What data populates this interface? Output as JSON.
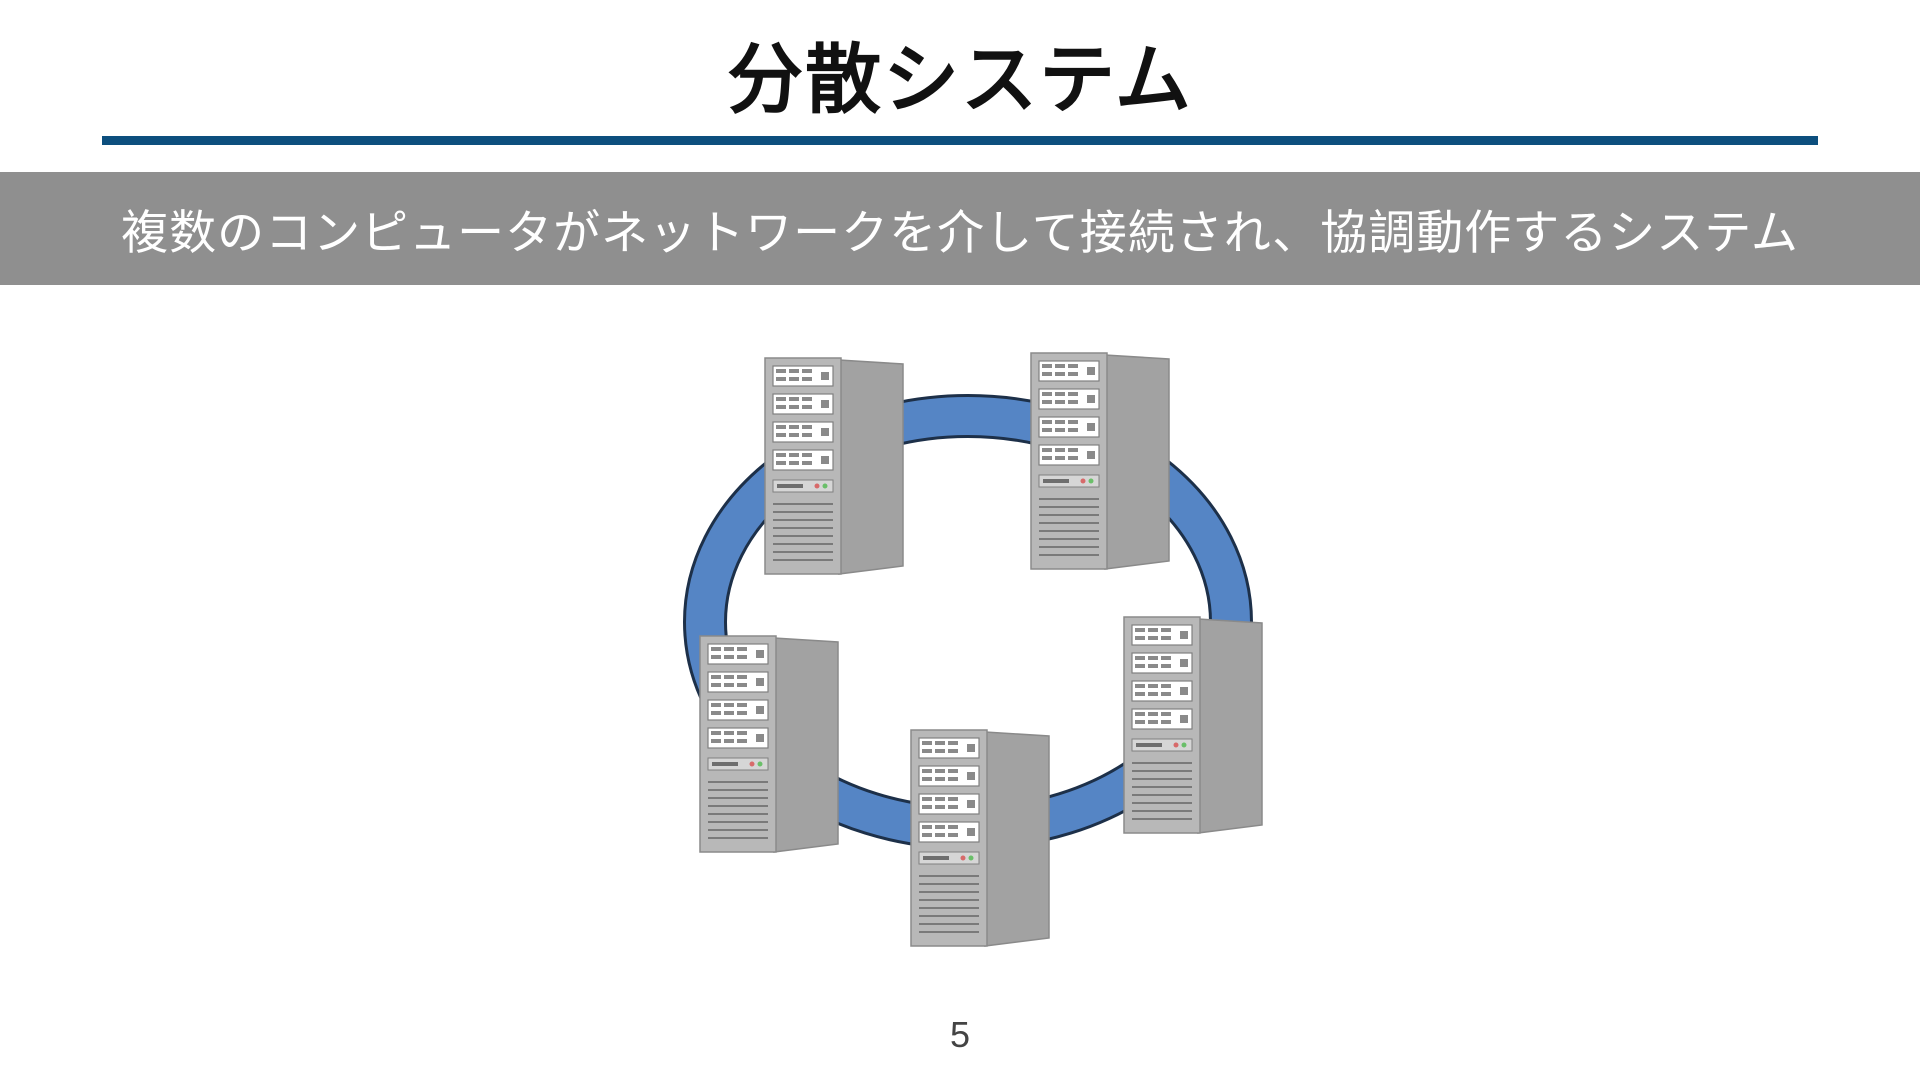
{
  "slide": {
    "title": "分散システム",
    "definition": "複数のコンピュータがネットワークを介して接続され、協調動作するシステム",
    "page_number": "5"
  },
  "colors": {
    "title_rule": "#0d4f7e",
    "band": "#8f8f8f",
    "network_ring": "#5585c5",
    "network_ring_outline": "#1d3049",
    "server_body": "#b3b3b3",
    "server_side": "#a2a2a2"
  },
  "diagram": {
    "ring": "network-ring",
    "servers": [
      "server-top-left",
      "server-top-right",
      "server-left",
      "server-right",
      "server-bottom"
    ],
    "icon": "server-tower-icon"
  }
}
